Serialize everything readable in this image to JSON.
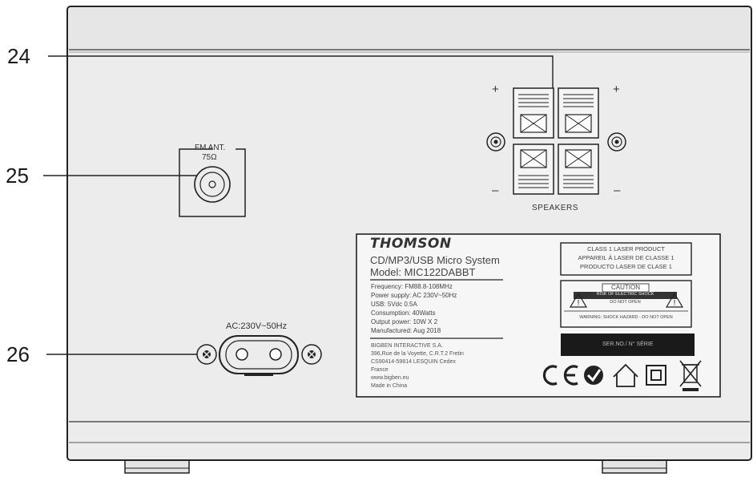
{
  "callouts": {
    "speakers_number": "24",
    "antenna_number": "25",
    "power_number": "26"
  },
  "speakers": {
    "label": "SPEAKERS",
    "plus_left": "+",
    "plus_right": "+",
    "minus_left": "–",
    "minus_right": "–"
  },
  "antenna": {
    "label_line1": "FM ANT.",
    "label_line2": "75Ω"
  },
  "power": {
    "label": "AC:230V~50Hz"
  },
  "rating_label": {
    "brand": "THOMSON",
    "product": "CD/MP3/USB Micro System",
    "model": "Model: MIC122DABBT",
    "specs": [
      "Frequency: FM88.8-108MHz",
      "Power supply: AC 230V~50Hz",
      "USB: 5Vdc 0.5A",
      "Consumption: 40Watts",
      "Output power: 10W X 2",
      "Manufactured: Aug 2018"
    ],
    "company": [
      "BIGBEN INTERACTIVE S.A.",
      "396,Rue de la Voyette, C.R.T.2 Fretin",
      "CS90414-59814 LESQUIN Cedex",
      "France",
      "www.bigben.eu",
      "Made in China"
    ],
    "laser_class": [
      "CLASS 1 LASER PRODUCT",
      "APPAREIL À LASER DE CLASSE 1",
      "PRODUCTO LASER DE CLASE 1"
    ],
    "caution_title": "CAUTION",
    "caution_line1": "RISK OF ELECTRIC SHOCK",
    "caution_line2": "DO NOT OPEN",
    "caution_warning": "WARNING: SHOCK HAZARD - DO NOT OPEN",
    "serial_label": "SER.NO./ N° SÉRIE",
    "symbols": [
      "ce-mark-icon",
      "rohs-check-icon",
      "indoor-use-house-icon",
      "double-insulation-icon",
      "weee-bin-icon"
    ]
  },
  "colors": {
    "panel": "#ececec",
    "outline": "#222222",
    "serial_bar": "#1a1a1a"
  }
}
